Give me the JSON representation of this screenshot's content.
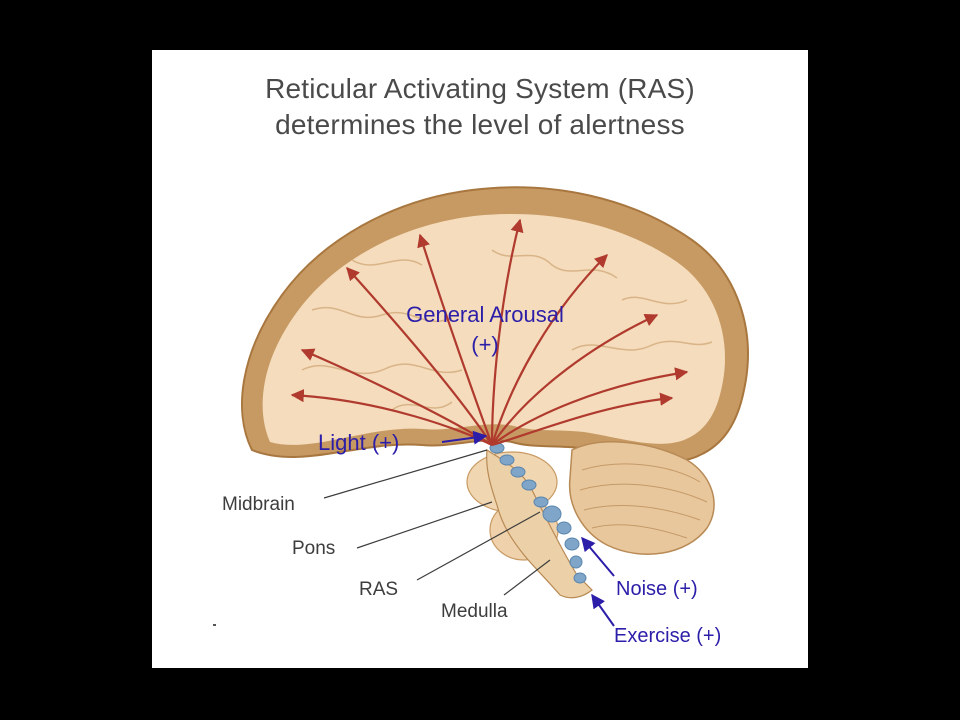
{
  "title": {
    "line1": "Reticular Activating System (RAS)",
    "line2": "determines the level of alertness"
  },
  "labels": {
    "general_arousal": "General Arousal",
    "general_arousal_sign": "(+)",
    "light": "Light (+)",
    "midbrain": "Midbrain",
    "pons": "Pons",
    "ras": "RAS",
    "medulla": "Medulla",
    "noise": "Noise (+)",
    "exercise": "Exercise (+)"
  },
  "colors": {
    "background": "#000000",
    "panel": "#ffffff",
    "title_text": "#4a4a4a",
    "cortex_outer": "#c89a63",
    "cortex_inner": "#f4dcbc",
    "arrows": "#b03a2e",
    "stimulus_text": "#2c1ea8",
    "anatomy_text": "#3d3d3d",
    "ras_nuclei": "#7fa6c8"
  }
}
